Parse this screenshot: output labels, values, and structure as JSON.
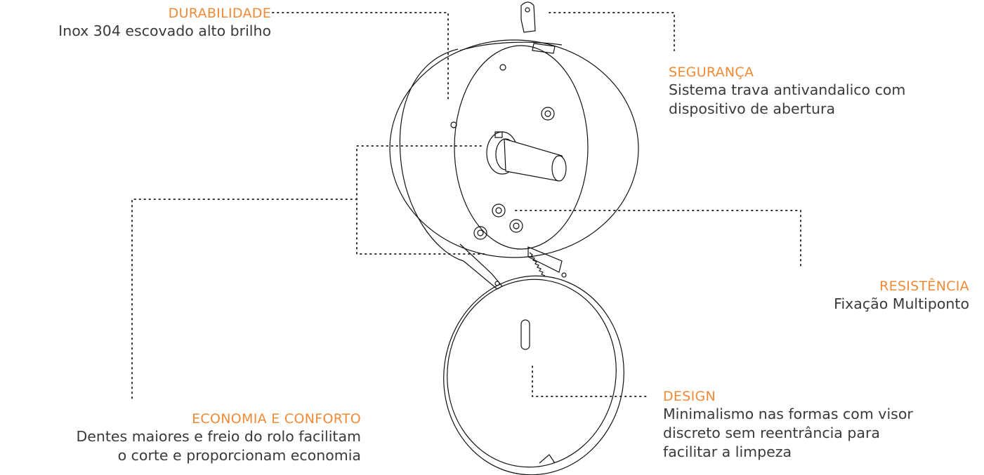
{
  "callouts": {
    "durabilidade": {
      "title": "DURABILIDADE",
      "desc": "Inox 304 escovado alto brilho"
    },
    "seguranca": {
      "title": "SEGURANÇA",
      "desc": [
        "Sistema trava antivandalico com",
        "dispositivo de abertura"
      ]
    },
    "resistencia": {
      "title": "RESISTÊNCIA",
      "desc": "Fixação Multiponto"
    },
    "design": {
      "title": "DESIGN",
      "desc": [
        "Minimalismo nas formas com visor",
        "discreto sem reentrância para",
        "facilitar a limpeza"
      ]
    },
    "economia": {
      "title": "ECONOMIA E CONFORTO",
      "desc": [
        "Dentes maiores e freio do rolo facilitam",
        "o corte e proporcionam economia"
      ]
    }
  },
  "colors": {
    "accent": "#F08A36",
    "text": "#3a3a3a",
    "line": "#333333"
  }
}
